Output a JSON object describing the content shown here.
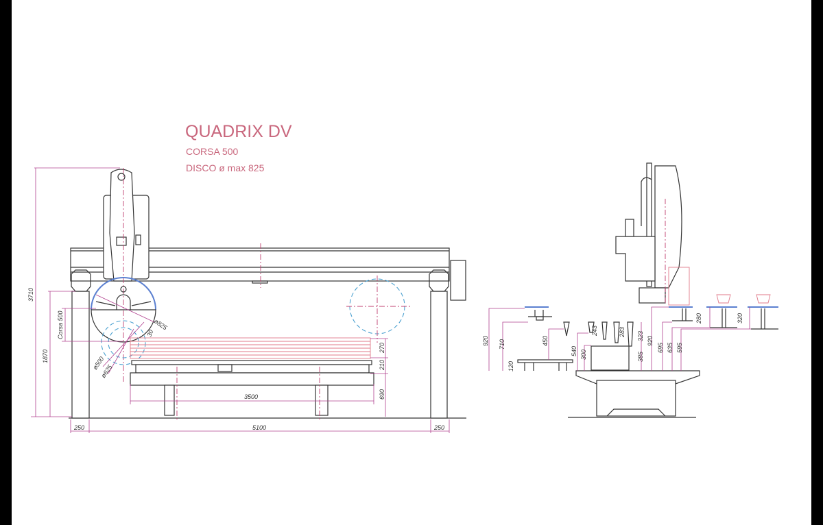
{
  "title": "QUADRIX DV",
  "subtitle_stroke": "CORSA 500",
  "subtitle_disc": "DISCO ø max 825",
  "colors": {
    "title": "#c9677d",
    "dimension": "#b0408f",
    "slab": "#e07a8a",
    "blade": "#4aa0d0"
  },
  "front_view": {
    "height_total": "3710",
    "height_beam": "1870",
    "stroke": "Corsa 500",
    "disc_max": "ø825",
    "disc_mid": "ø625",
    "disc_min": "ø500",
    "offset": "30",
    "slab_height": "270",
    "table_height": "210",
    "base_height": "690",
    "table_width": "3500",
    "left_margin": "250",
    "span": "5100",
    "right_margin": "250"
  },
  "side_view": {
    "dims": [
      "920",
      "710",
      "450",
      "120",
      "540",
      "300",
      "243",
      "283",
      "323",
      "385",
      "920",
      "695",
      "635",
      "595",
      "280",
      "320"
    ]
  }
}
